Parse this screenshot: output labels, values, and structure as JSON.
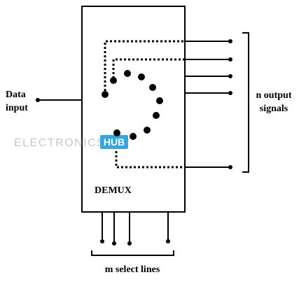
{
  "diagram": {
    "block_label": "DEMUX",
    "input_label_line1": "Data",
    "input_label_line2": "input",
    "output_label_line1": "n output",
    "output_label_line2": "signals",
    "select_label": "m select lines"
  },
  "watermark": {
    "text": "ELECTRONICS",
    "badge": "HUB",
    "badge_color": "#37a6e0"
  },
  "colors": {
    "stroke": "#000000",
    "background": "#ffffff"
  }
}
